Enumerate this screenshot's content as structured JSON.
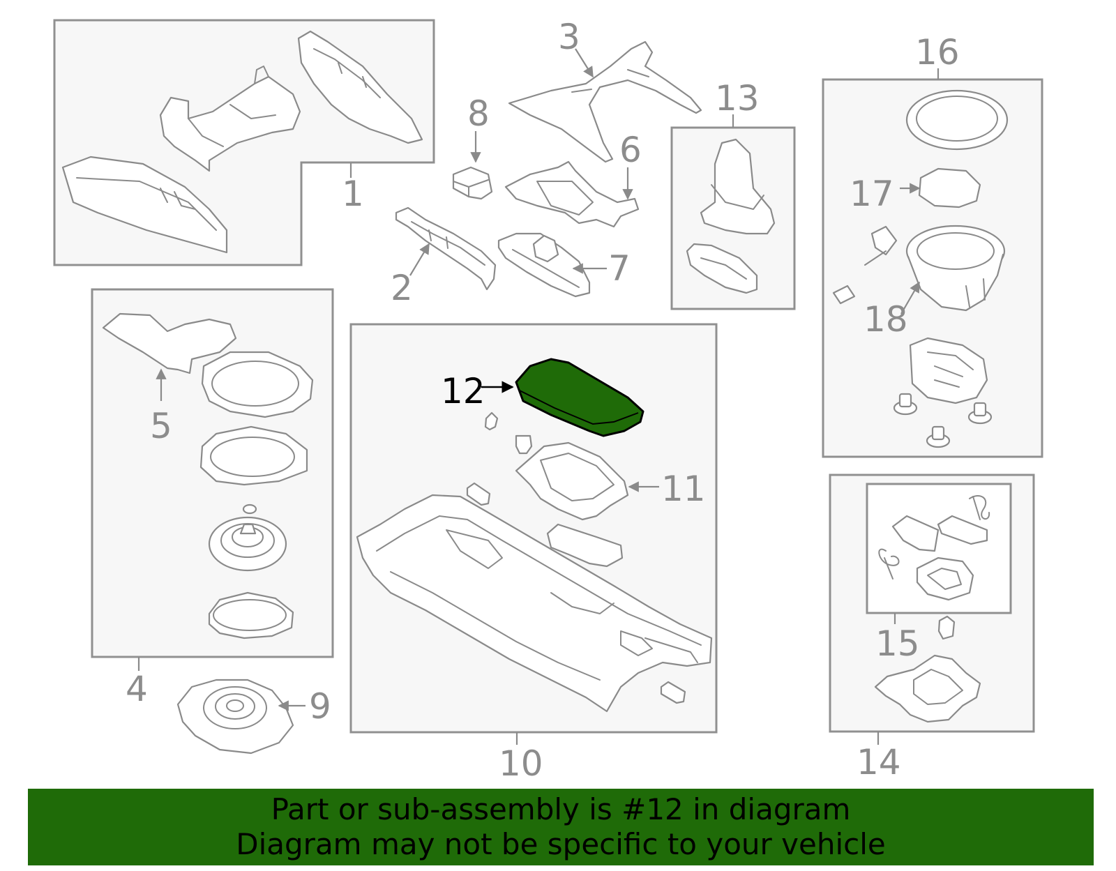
{
  "diagram": {
    "callouts": {
      "c1": "1",
      "c2": "2",
      "c3": "3",
      "c4": "4",
      "c5": "5",
      "c6": "6",
      "c7": "7",
      "c8": "8",
      "c9": "9",
      "c10": "10",
      "c11": "11",
      "c12": "12",
      "c13": "13",
      "c14": "14",
      "c15": "15",
      "c16": "16",
      "c17": "17",
      "c18": "18"
    },
    "highlighted_part": "12",
    "highlight_color": "#1f6b08",
    "line_color": "#8a8a8a"
  },
  "banner": {
    "line1": "Part or sub-assembly is #12 in diagram",
    "line2": "Diagram may not be specific to your vehicle",
    "background": "#1f6b08"
  }
}
